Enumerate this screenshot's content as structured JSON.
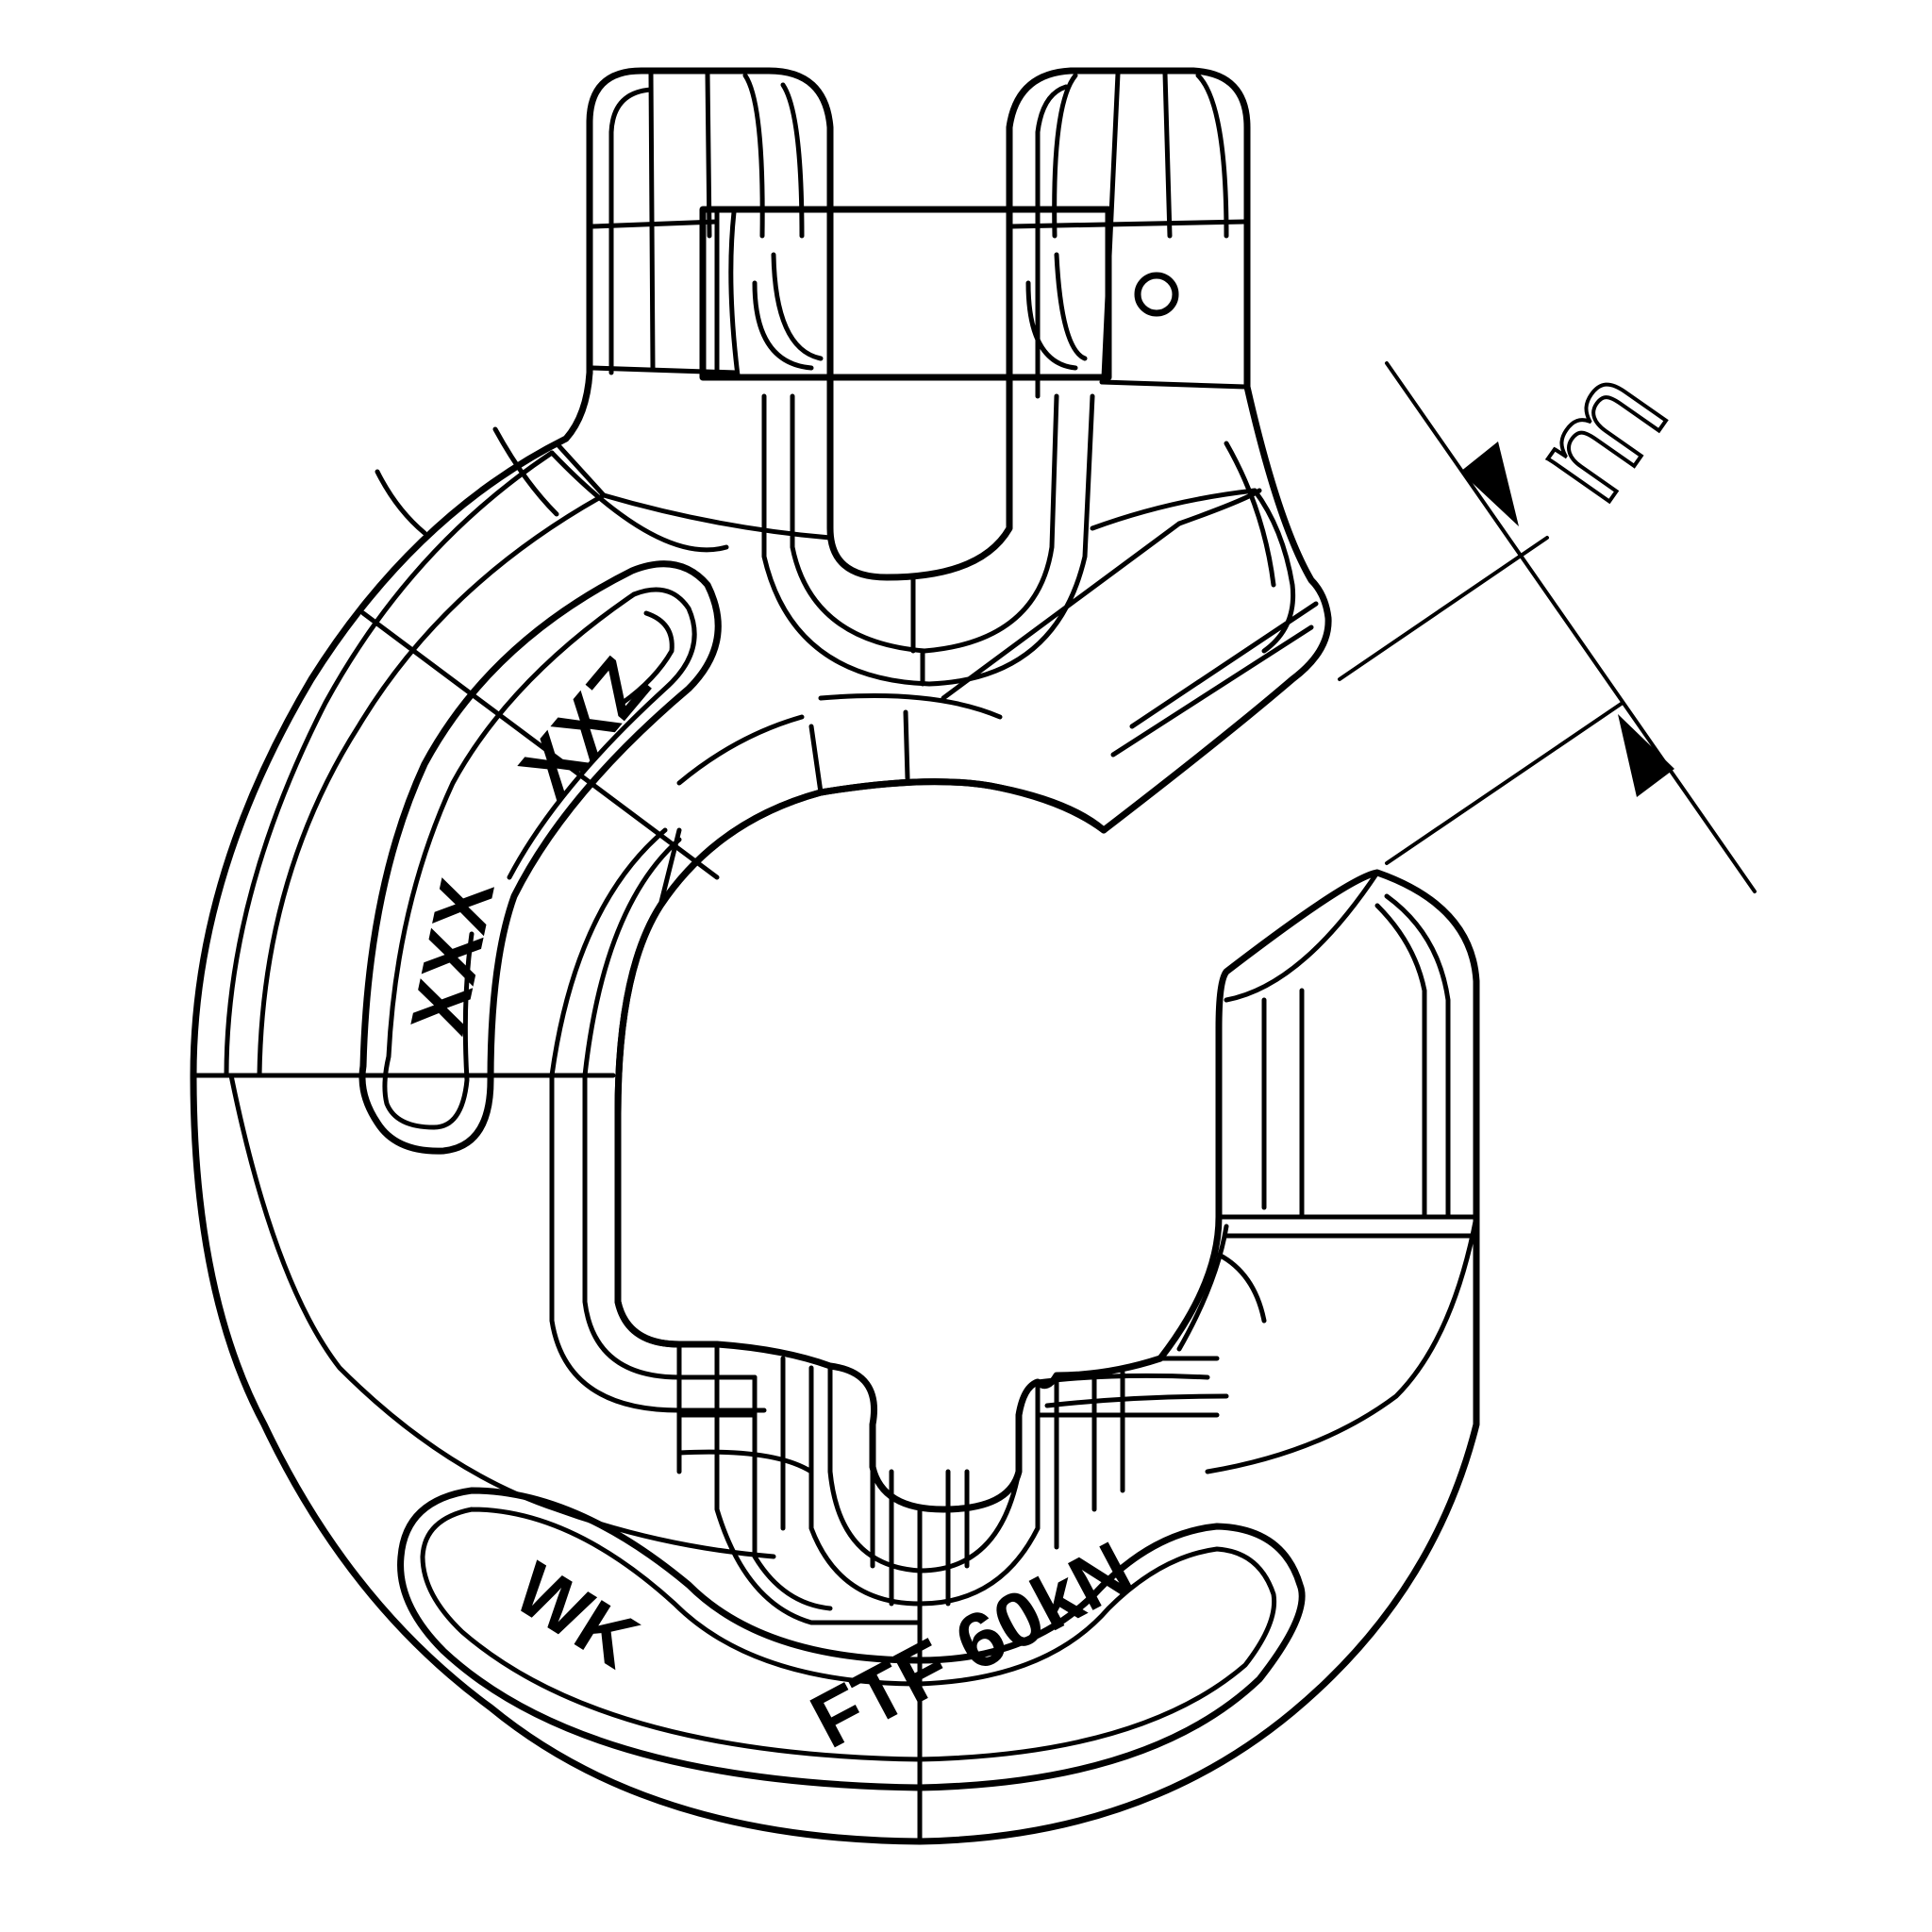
{
  "drawing": {
    "line_color": "#000000",
    "background_color": "#ffffff",
    "engravings": {
      "maker": "WK",
      "capacity": "FTF 60kN",
      "code": "XXX",
      "grade": "XXZ"
    },
    "dimension": {
      "label": "m"
    }
  }
}
